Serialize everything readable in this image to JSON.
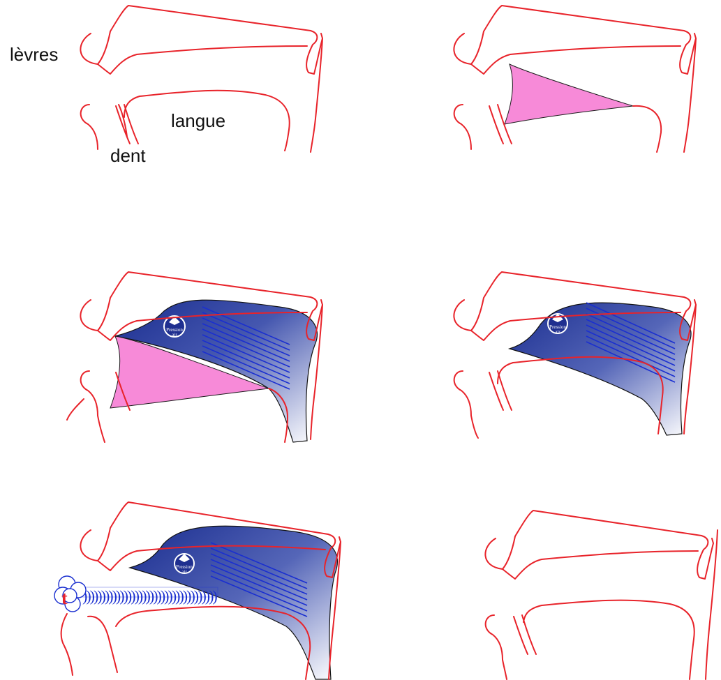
{
  "labels": {
    "lips": "lèvres",
    "tongue": "langue",
    "tooth": "dent"
  },
  "gauge": {
    "line1": "Pression",
    "line2": "air"
  },
  "release_symbol": "t",
  "colors": {
    "outline": "#e8232a",
    "pressure_dark": "#1a2d8f",
    "pressure_light": "#ffffff",
    "tongue_contact": "#f78ad8",
    "air_lines": "#1a2fd0"
  }
}
